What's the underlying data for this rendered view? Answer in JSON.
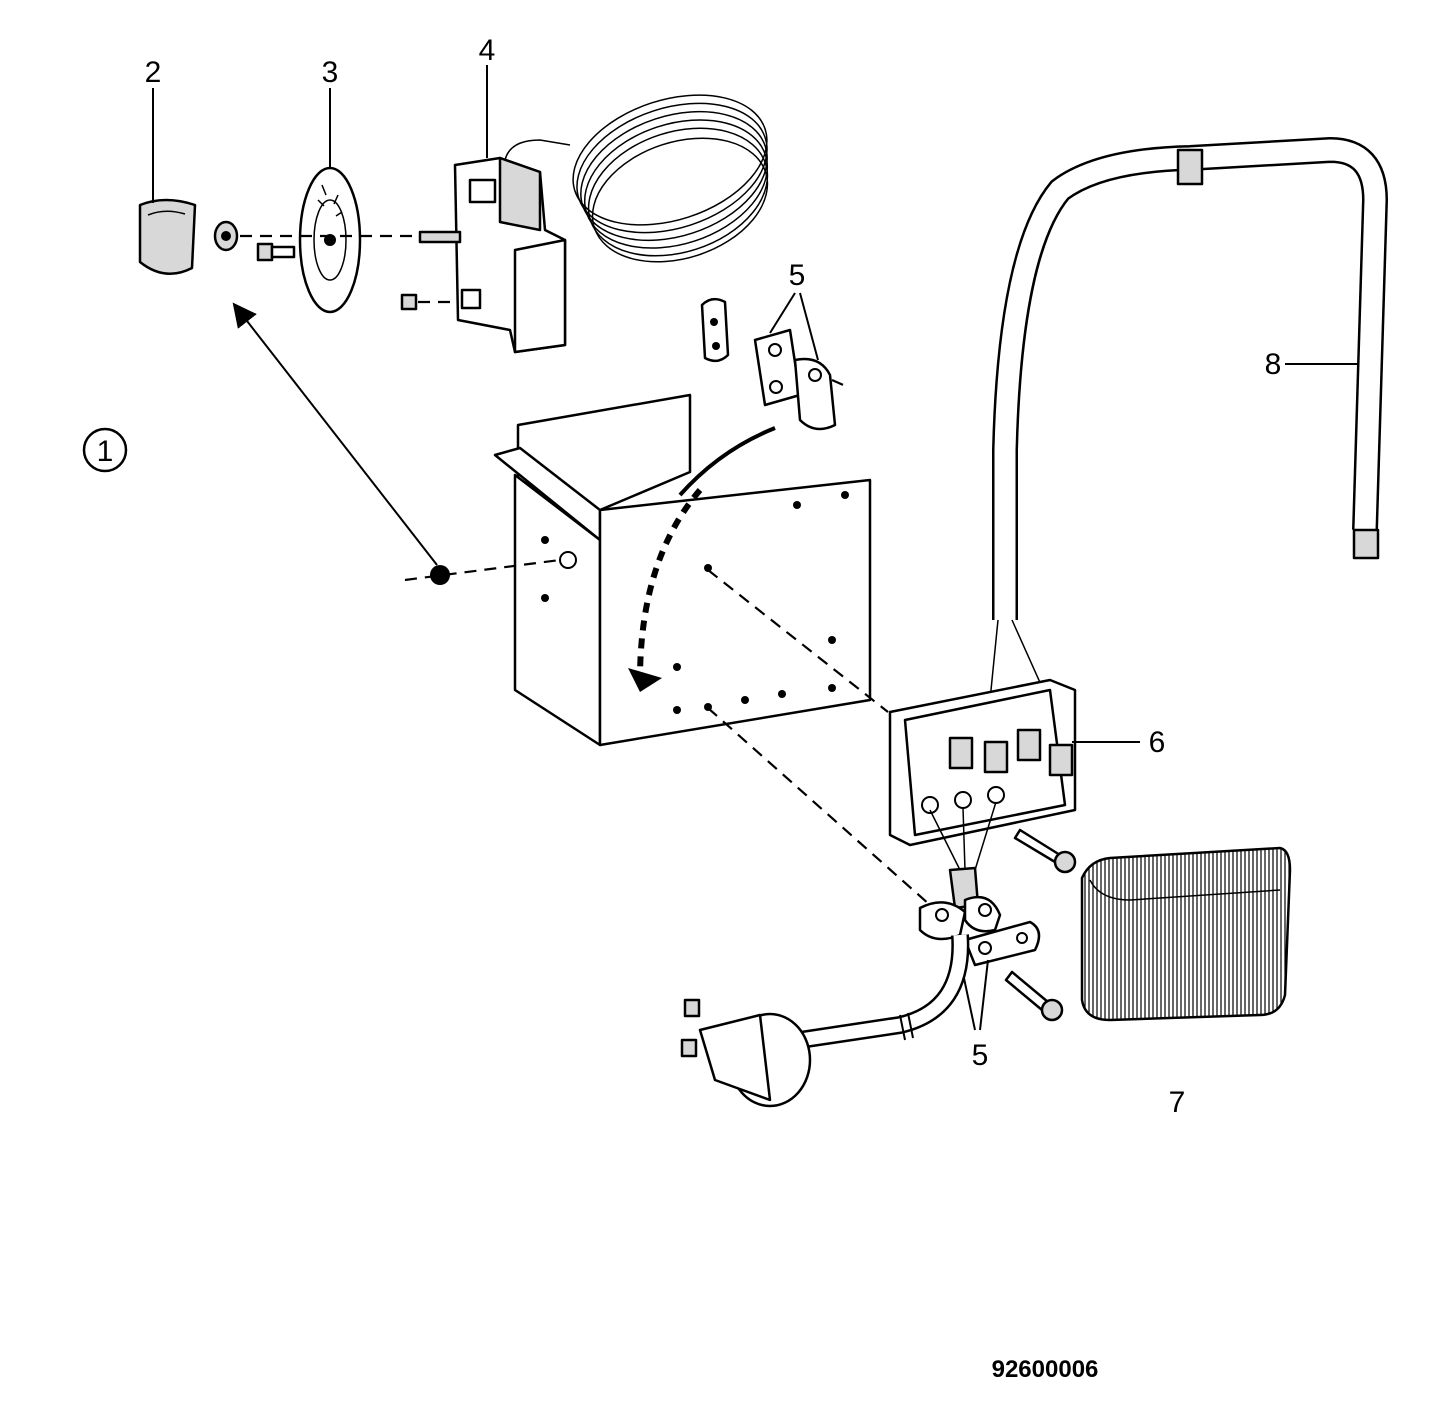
{
  "callouts": {
    "view_number": "1",
    "item_2": "2",
    "item_3": "3",
    "item_4": "4",
    "item_5_top": "5",
    "item_5_bottom": "5",
    "item_6": "6",
    "item_7": "7",
    "item_8": "8"
  },
  "drawing_number": "92600006",
  "colors": {
    "ink": "#000000",
    "paper": "#ffffff",
    "shade": "#d8d8d8"
  }
}
